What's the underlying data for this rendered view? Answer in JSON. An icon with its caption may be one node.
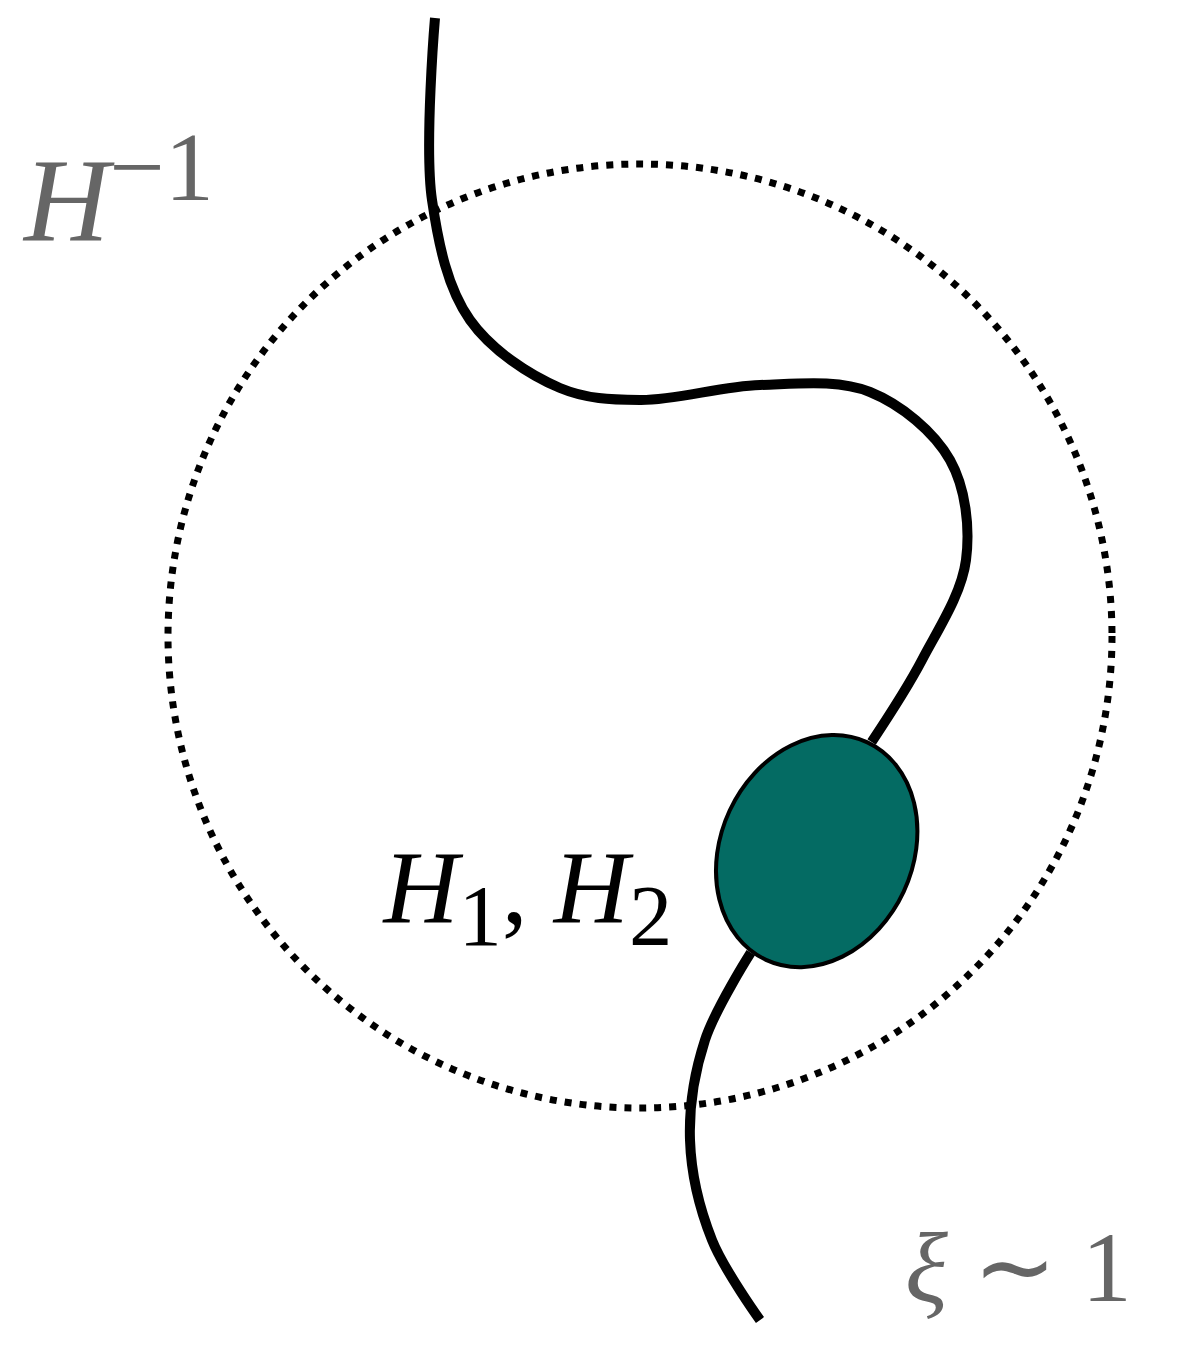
{
  "diagram": {
    "nodes": [
      {
        "text": [
          "*H*$^{−1}$"
        ]
      },
      {
        "text": [],
        "shape": "circle",
        "in": 0,
        "beside": [
          "*H*$_{1}$, *H*$_{2}$"
        ]
      }
    ],
    "edges": [
      {
        "from": null,
        "to": 1,
        "arrow": "none"
      },
      {
        "from": 1,
        "to": null,
        "arrow": "none"
      }
    ],
    "labels": [
      "*ξ* ∼ 1"
    ]
  }
}
